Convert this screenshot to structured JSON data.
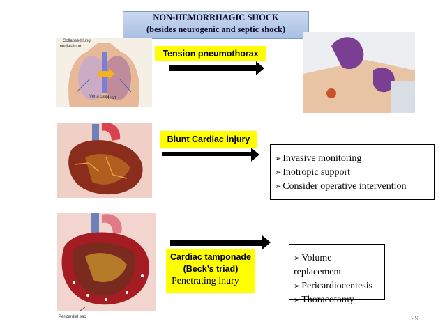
{
  "title": {
    "line1": "NON-HEMORRHAGIC SHOCK",
    "line2": "(besides neurogenic and septic shock)"
  },
  "rows": {
    "tension": {
      "label": "Tension pneumothorax"
    },
    "blunt": {
      "label": "Blunt Cardiac injury",
      "items": [
        "Invasive monitoring",
        "Inotropic support",
        "Consider operative intervention"
      ]
    },
    "tamponade": {
      "label_line1": "Cardiac tamponade",
      "label_line2": "(Beck’s triad)",
      "note": "Penetrating inury",
      "items": [
        "Volume replacement",
        "Pericardiocentesis",
        "Thoracotomy"
      ]
    }
  },
  "illustration_labels": {
    "lung_top": "Collapsed lung",
    "lung_top2": "mediastinum",
    "vena_cava": "Vena cava",
    "heart": "Heart",
    "pericardial_sac": "Pericardial sac"
  },
  "page_number": "29",
  "colors": {
    "highlight": "#ffff00",
    "title_bg": "#b7cbe9"
  },
  "icons": [
    "chest-anatomy-illustration",
    "procedure-photo",
    "heart-contusion-illustration",
    "heart-tamponade-illustration"
  ]
}
